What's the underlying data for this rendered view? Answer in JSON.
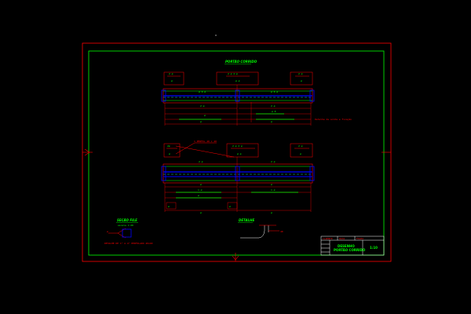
{
  "colors": {
    "background": "#000000",
    "border": "#ff0000",
    "inner_frame": "#00ff00",
    "text": "#00ff00",
    "dim": "#ff0000",
    "rebar": "#0000ff",
    "dash": "#00ffff",
    "white": "#ffffff"
  },
  "top_view": {
    "title": "PORTÃO CORRIDO",
    "note": "Detalhe de solda e fixação"
  },
  "bottom_view": {
    "note": "1 PERFIL 40 x 40"
  },
  "left_detail": {
    "title": "SECÃO FILE",
    "scale": "escala 1:20",
    "note": "DETALHE DE 1\" A 4\" PERFILADO 40x40"
  },
  "center_detail": {
    "title": "DETALHE",
    "value": "40"
  },
  "title_block": {
    "header_left": "CLIENTE",
    "header_mid": "DATA",
    "header_right": "FOLHA",
    "project": "DESENHO",
    "description": "PORTÃO CORRIDO",
    "scale": "1:10"
  }
}
